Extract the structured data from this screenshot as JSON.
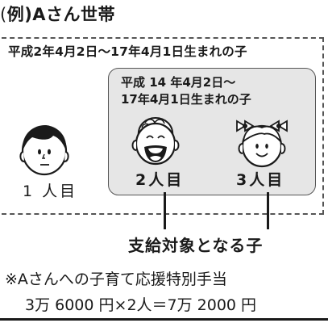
{
  "heading": {
    "paren_open": "(",
    "text": "例)Aさん世帯"
  },
  "outer_group": {
    "title": "平成2年4月2日～17年4月1日生まれの子"
  },
  "inner_group": {
    "title_line1": "平成 14 年4月2日～",
    "title_line2": "17年4月1日生まれの子"
  },
  "children": [
    {
      "label": "1 人目",
      "icon": "boy-face-icon"
    },
    {
      "label": "2人目",
      "icon": "laughing-child-face-icon"
    },
    {
      "label": "3人目",
      "icon": "girl-face-icon"
    }
  ],
  "target_label": "支給対象となる子",
  "note": {
    "line1": "※Aさんへの子育て応援特別手当",
    "line2": "3万 6000 円×2人＝7万 2000 円"
  },
  "colors": {
    "ink": "#1a1a1a",
    "panel": "#e6e6e6",
    "frame": "#555555"
  }
}
